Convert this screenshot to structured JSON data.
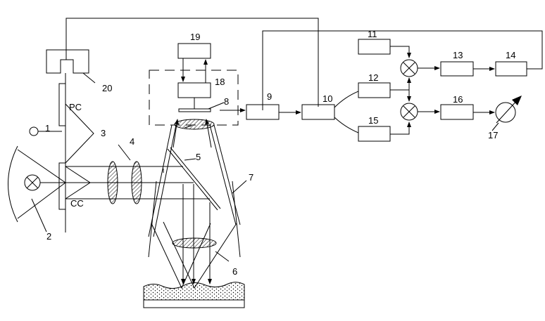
{
  "labels": {
    "n1": "1",
    "n2": "2",
    "n3": "3",
    "n4": "4",
    "n5": "5",
    "n6": "6",
    "n7": "7",
    "n8": "8",
    "n9": "9",
    "n10": "10",
    "n11": "11",
    "n12": "12",
    "n13": "13",
    "n14": "14",
    "n15": "15",
    "n16": "16",
    "n17": "17",
    "n18": "18",
    "n19": "19",
    "n20": "20",
    "pc": "PC",
    "cc": "CC"
  },
  "colors": {
    "line": "#000000",
    "background": "#ffffff"
  }
}
